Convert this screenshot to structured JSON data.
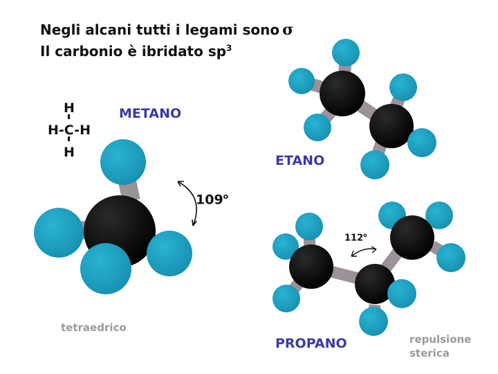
{
  "title": {
    "line1": "Negli alcani tutti i legami sono",
    "sigma": "σ",
    "line2": "Il  carbonio è ibridato sp",
    "line2_sup": "3"
  },
  "formula": {
    "top": "H",
    "middle": "H-C-H",
    "bottom": "H"
  },
  "labels": {
    "metano": "METANO",
    "etano": "ETANO",
    "propano": "PROPANO",
    "tetraedrico": "tetraedrico",
    "repulsione_line1": "repulsione",
    "repulsione_line2": "sterica"
  },
  "angles": {
    "metano_value": "109",
    "metano_unit": "o",
    "propano_value": "112",
    "propano_unit": "o"
  },
  "colors": {
    "hydrogen": "#1a9ebf",
    "carbon": "#000000",
    "bond": "#9d9299",
    "label_blue": "#3a3aa6",
    "label_grey": "#9a9a9a"
  }
}
